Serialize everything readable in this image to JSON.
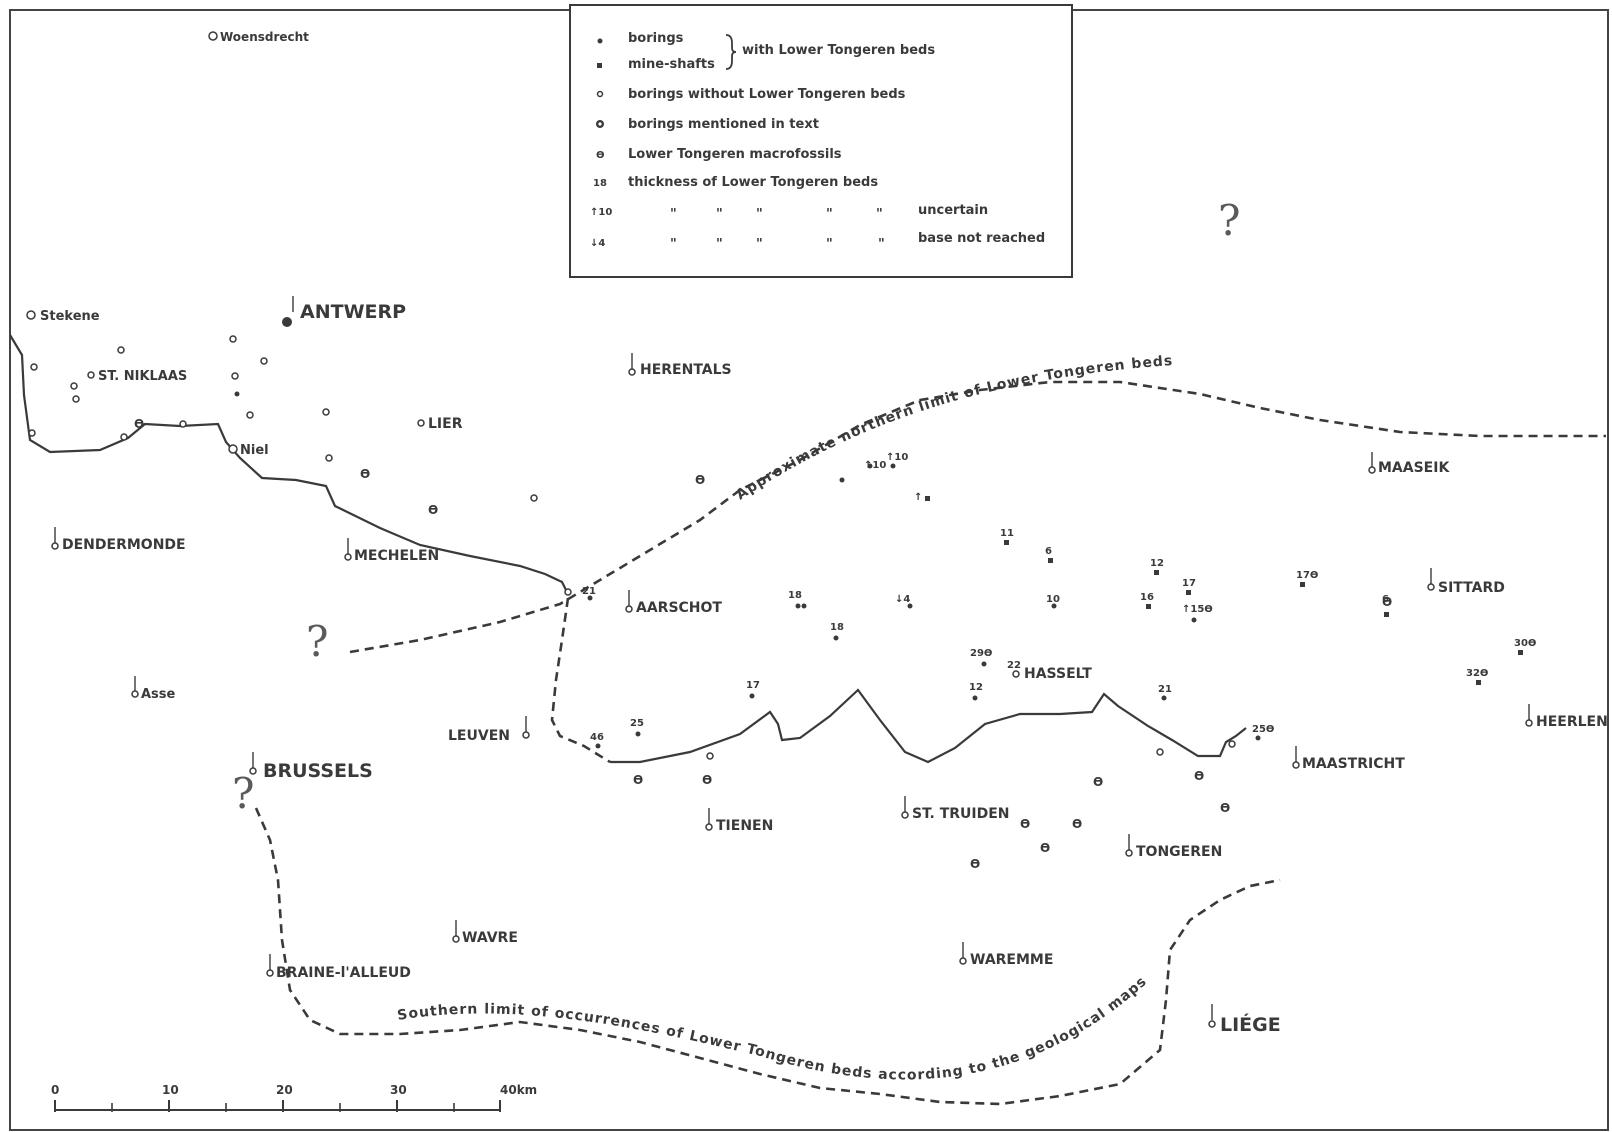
{
  "legend": {
    "borings": "borings",
    "mine_shafts": "mine-shafts",
    "with_lower": "with Lower Tongeren beds",
    "without": "borings without Lower Tongeren beds",
    "mentioned": "borings mentioned in text",
    "macrofossils": "Lower Tongeren macrofossils",
    "thickness_num": "18",
    "thickness": "thickness of Lower Tongeren beds",
    "uncertain_num": "↑10",
    "uncertain": "uncertain",
    "base_num": "↓4",
    "base": "base not reached",
    "ditto": "\""
  },
  "places": {
    "woensdrecht": "Woensdrecht",
    "stekene": "Stekene",
    "antwerp": "ANTWERP",
    "st_niklaas": "ST. NIKLAAS",
    "herentals": "HERENTALS",
    "lier": "LIER",
    "niel": "Niel",
    "maaseik": "MAASEIK",
    "dendermonde": "DENDERMONDE",
    "mechelen": "MECHELEN",
    "aarschot": "AARSCHOT",
    "sittard": "SITTARD",
    "hasselt": "HASSELT",
    "asse": "Asse",
    "leuven": "LEUVEN",
    "heerlen": "HEERLEN",
    "brussels": "BRUSSELS",
    "maastricht": "MAASTRICHT",
    "tienen": "TIENEN",
    "st_truiden": "ST. TRUIDEN",
    "tongeren": "TONGEREN",
    "wavre": "WAVRE",
    "waremme": "WAREMME",
    "braine": "BRAINE-l'ALLEUD",
    "liege": "LIÉGE"
  },
  "labels": {
    "northern_limit": "Approximate northern limit of Lower Tongeren beds",
    "southern_limit": "Southern limit of occurrences of Lower Tongeren beds according to the geological maps",
    "question": "?"
  },
  "scale_bar": {
    "ticks": [
      "0",
      "10",
      "20",
      "30",
      "40km"
    ]
  },
  "thickness_values": [
    "↑10",
    "↑10",
    "↑",
    "11",
    "6",
    "12",
    "17",
    "17Ɵ",
    "18",
    "↓4",
    "10",
    "16",
    "↑15Ɵ",
    "6",
    "18",
    "29Ɵ",
    "22",
    "12",
    "21",
    "17",
    "25",
    "46",
    "25Ɵ",
    "30Ɵ",
    "32Ɵ",
    "21"
  ]
}
